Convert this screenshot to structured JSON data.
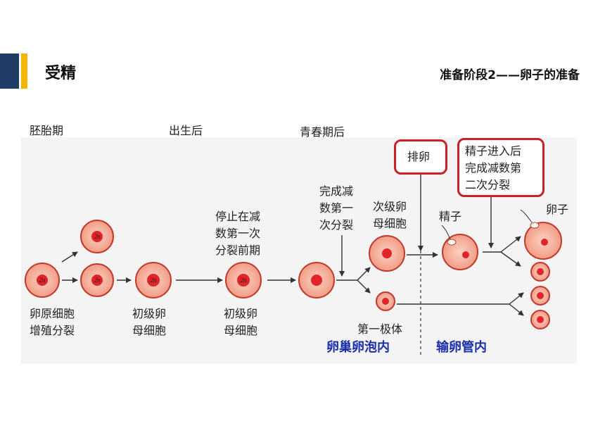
{
  "header": {
    "title": "受精",
    "section_title": "准备阶段2——卵子的准备"
  },
  "stages": {
    "embryo": "胚胎期",
    "after_birth": "出生后",
    "puberty": "青春期后"
  },
  "labels": {
    "oogonium_line1": "卵原细胞",
    "oogonium_line2": "增殖分裂",
    "primary1_line1": "初级卵",
    "primary1_line2": "母细胞",
    "arrest_line1": "停止在减",
    "arrest_line2": "数第一次",
    "arrest_line3": "分裂前期",
    "primary2_line1": "初级卵",
    "primary2_line2": "母细胞",
    "complete_line1": "完成减",
    "complete_line2": "数第一",
    "complete_line3": "次分裂",
    "secondary_line1": "次级卵",
    "secondary_line2": "母细胞",
    "polar_body": "第一极体",
    "sperm": "精子",
    "egg": "卵子",
    "ovulation": "排卵",
    "sperm_entry_line1": "精子进入后",
    "sperm_entry_line2": "完成减数第",
    "sperm_entry_line3": "二次分裂",
    "location_ovary": "卵巢卵泡内",
    "location_oviduct": "输卵管内"
  },
  "cell_labels": {
    "two_n": "2n",
    "two_n_italic": "2n"
  },
  "colors": {
    "cell_fill": "#f4b49c",
    "cell_outline": "#c0392b",
    "nucleus": "#e0242a",
    "callout_border": "#c9202a",
    "location_text": "#1a2ea8",
    "accent_navy": "#1f3b66",
    "accent_gold": "#f5b400"
  }
}
